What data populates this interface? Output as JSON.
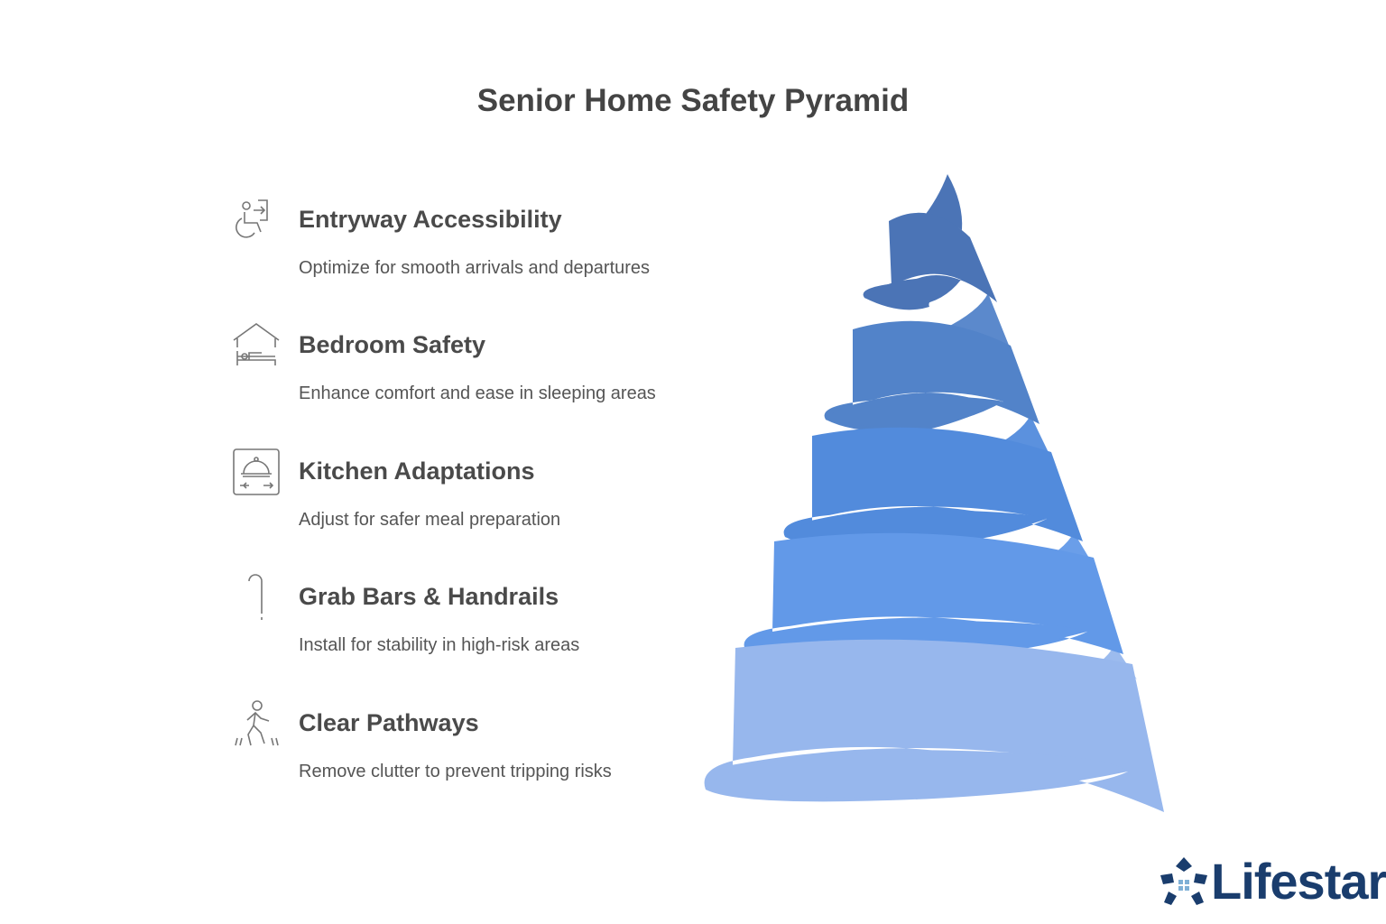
{
  "title": "Senior Home Safety Pyramid",
  "items": [
    {
      "heading": "Entryway Accessibility",
      "description": "Optimize for smooth arrivals and departures",
      "icon": "wheelchair-entry-icon",
      "color": "#4b74b6"
    },
    {
      "heading": "Bedroom Safety",
      "description": "Enhance comfort and ease in sleeping areas",
      "icon": "house-bed-icon",
      "color": "#5283c9"
    },
    {
      "heading": "Kitchen Adaptations",
      "description": "Adjust for safer meal preparation",
      "icon": "cloche-icon",
      "color": "#528bdc"
    },
    {
      "heading": "Grab Bars & Handrails",
      "description": "Install for stability in high-risk areas",
      "icon": "cane-icon",
      "color": "#6299e8"
    },
    {
      "heading": "Clear Pathways",
      "description": "Remove clutter to prevent tripping risks",
      "icon": "person-walking-icon",
      "color": "#97b7ed"
    }
  ],
  "logo": {
    "text": "Lifestar",
    "color": "#1a3d6d",
    "accent": "#7fb0d6"
  }
}
